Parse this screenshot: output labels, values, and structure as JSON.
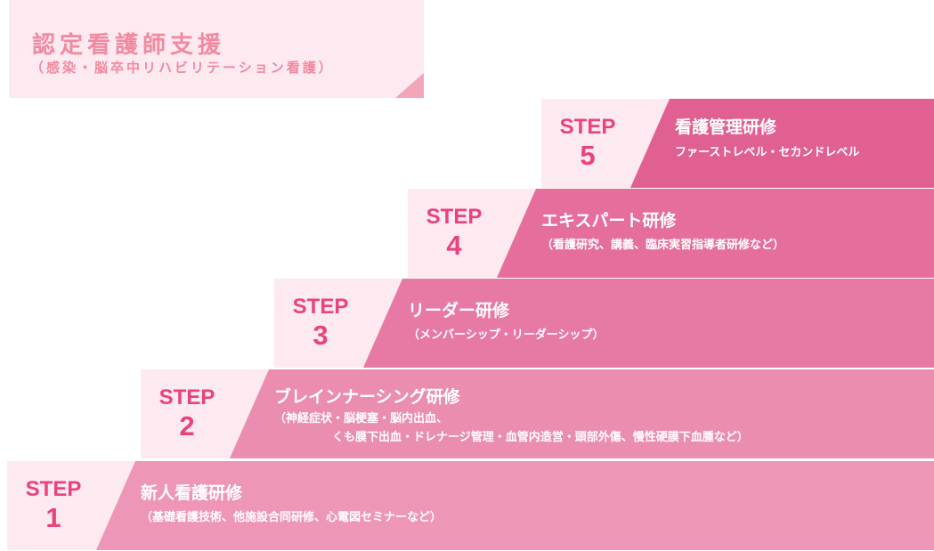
{
  "certification": {
    "title": "認定看護師支援",
    "subtitle": "（感染・脳卒中リハビリテーション看護）"
  },
  "colors": {
    "label_pink": "#e8437e",
    "light_bg": "#fde9f0",
    "step1": "#ee96b8",
    "step2": "#eb8cb1",
    "step3": "#e77aa5",
    "step4": "#e56e9c",
    "step5": "#e06091"
  },
  "steps": [
    {
      "word": "STEP",
      "number": "1",
      "name": "新人看護研修",
      "desc": "（基礎看護技術、他施設合同研修、心電図セミナーなど）",
      "desc2": ""
    },
    {
      "word": "STEP",
      "number": "2",
      "name": "ブレインナーシング研修",
      "desc": "（神経症状・脳梗塞・脳内出血、",
      "desc2": "くも膜下出血・ドレナージ管理・血管内造営・頭部外傷、慢性硬膜下血腫など）"
    },
    {
      "word": "STEP",
      "number": "3",
      "name": "リーダー研修",
      "desc": "（メンバーシップ・リーダーシップ）",
      "desc2": ""
    },
    {
      "word": "STEP",
      "number": "4",
      "name": "エキスパート研修",
      "desc": "（看護研究、講義、臨床実習指導者研修など）",
      "desc2": ""
    },
    {
      "word": "STEP",
      "number": "5",
      "name": "看護管理研修",
      "desc": "ファーストレベル・セカンドレベル",
      "desc2": ""
    }
  ]
}
